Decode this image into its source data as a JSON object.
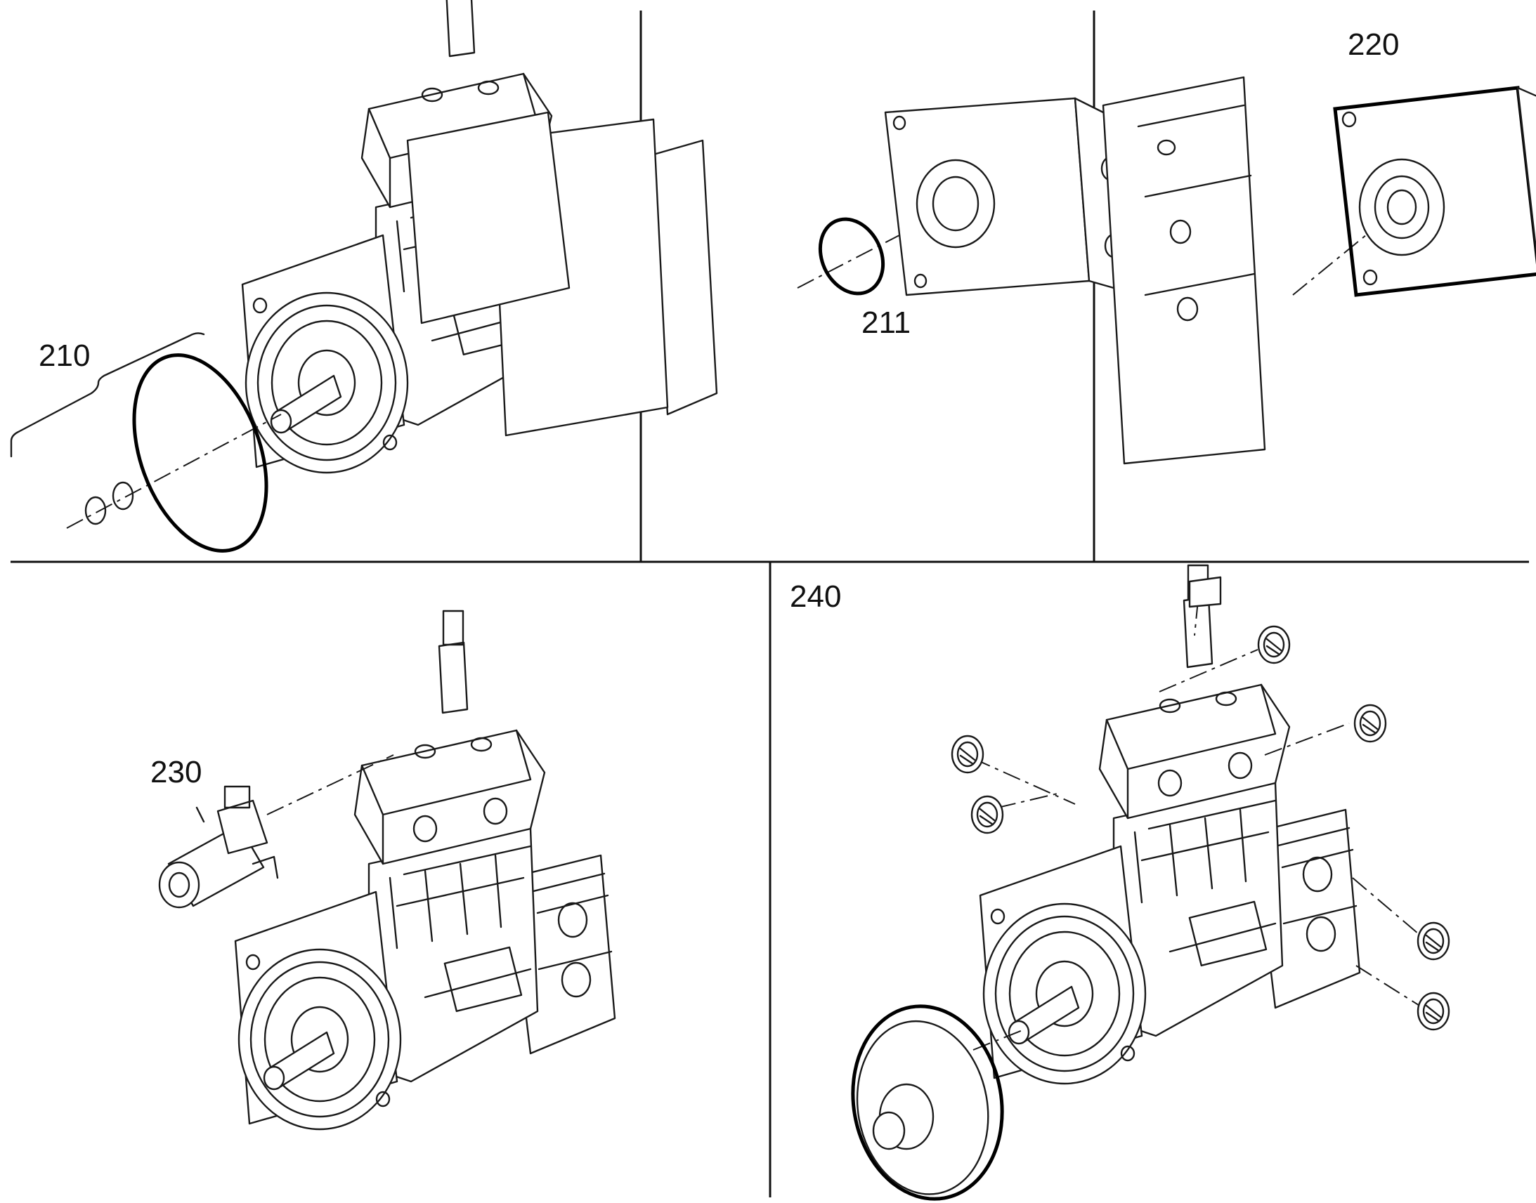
{
  "callouts": {
    "c210": "210",
    "c211": "211",
    "c220": "220",
    "c230": "230",
    "c240": "240"
  },
  "colors": {
    "line": "#1a1a1a",
    "background": "#ffffff"
  }
}
